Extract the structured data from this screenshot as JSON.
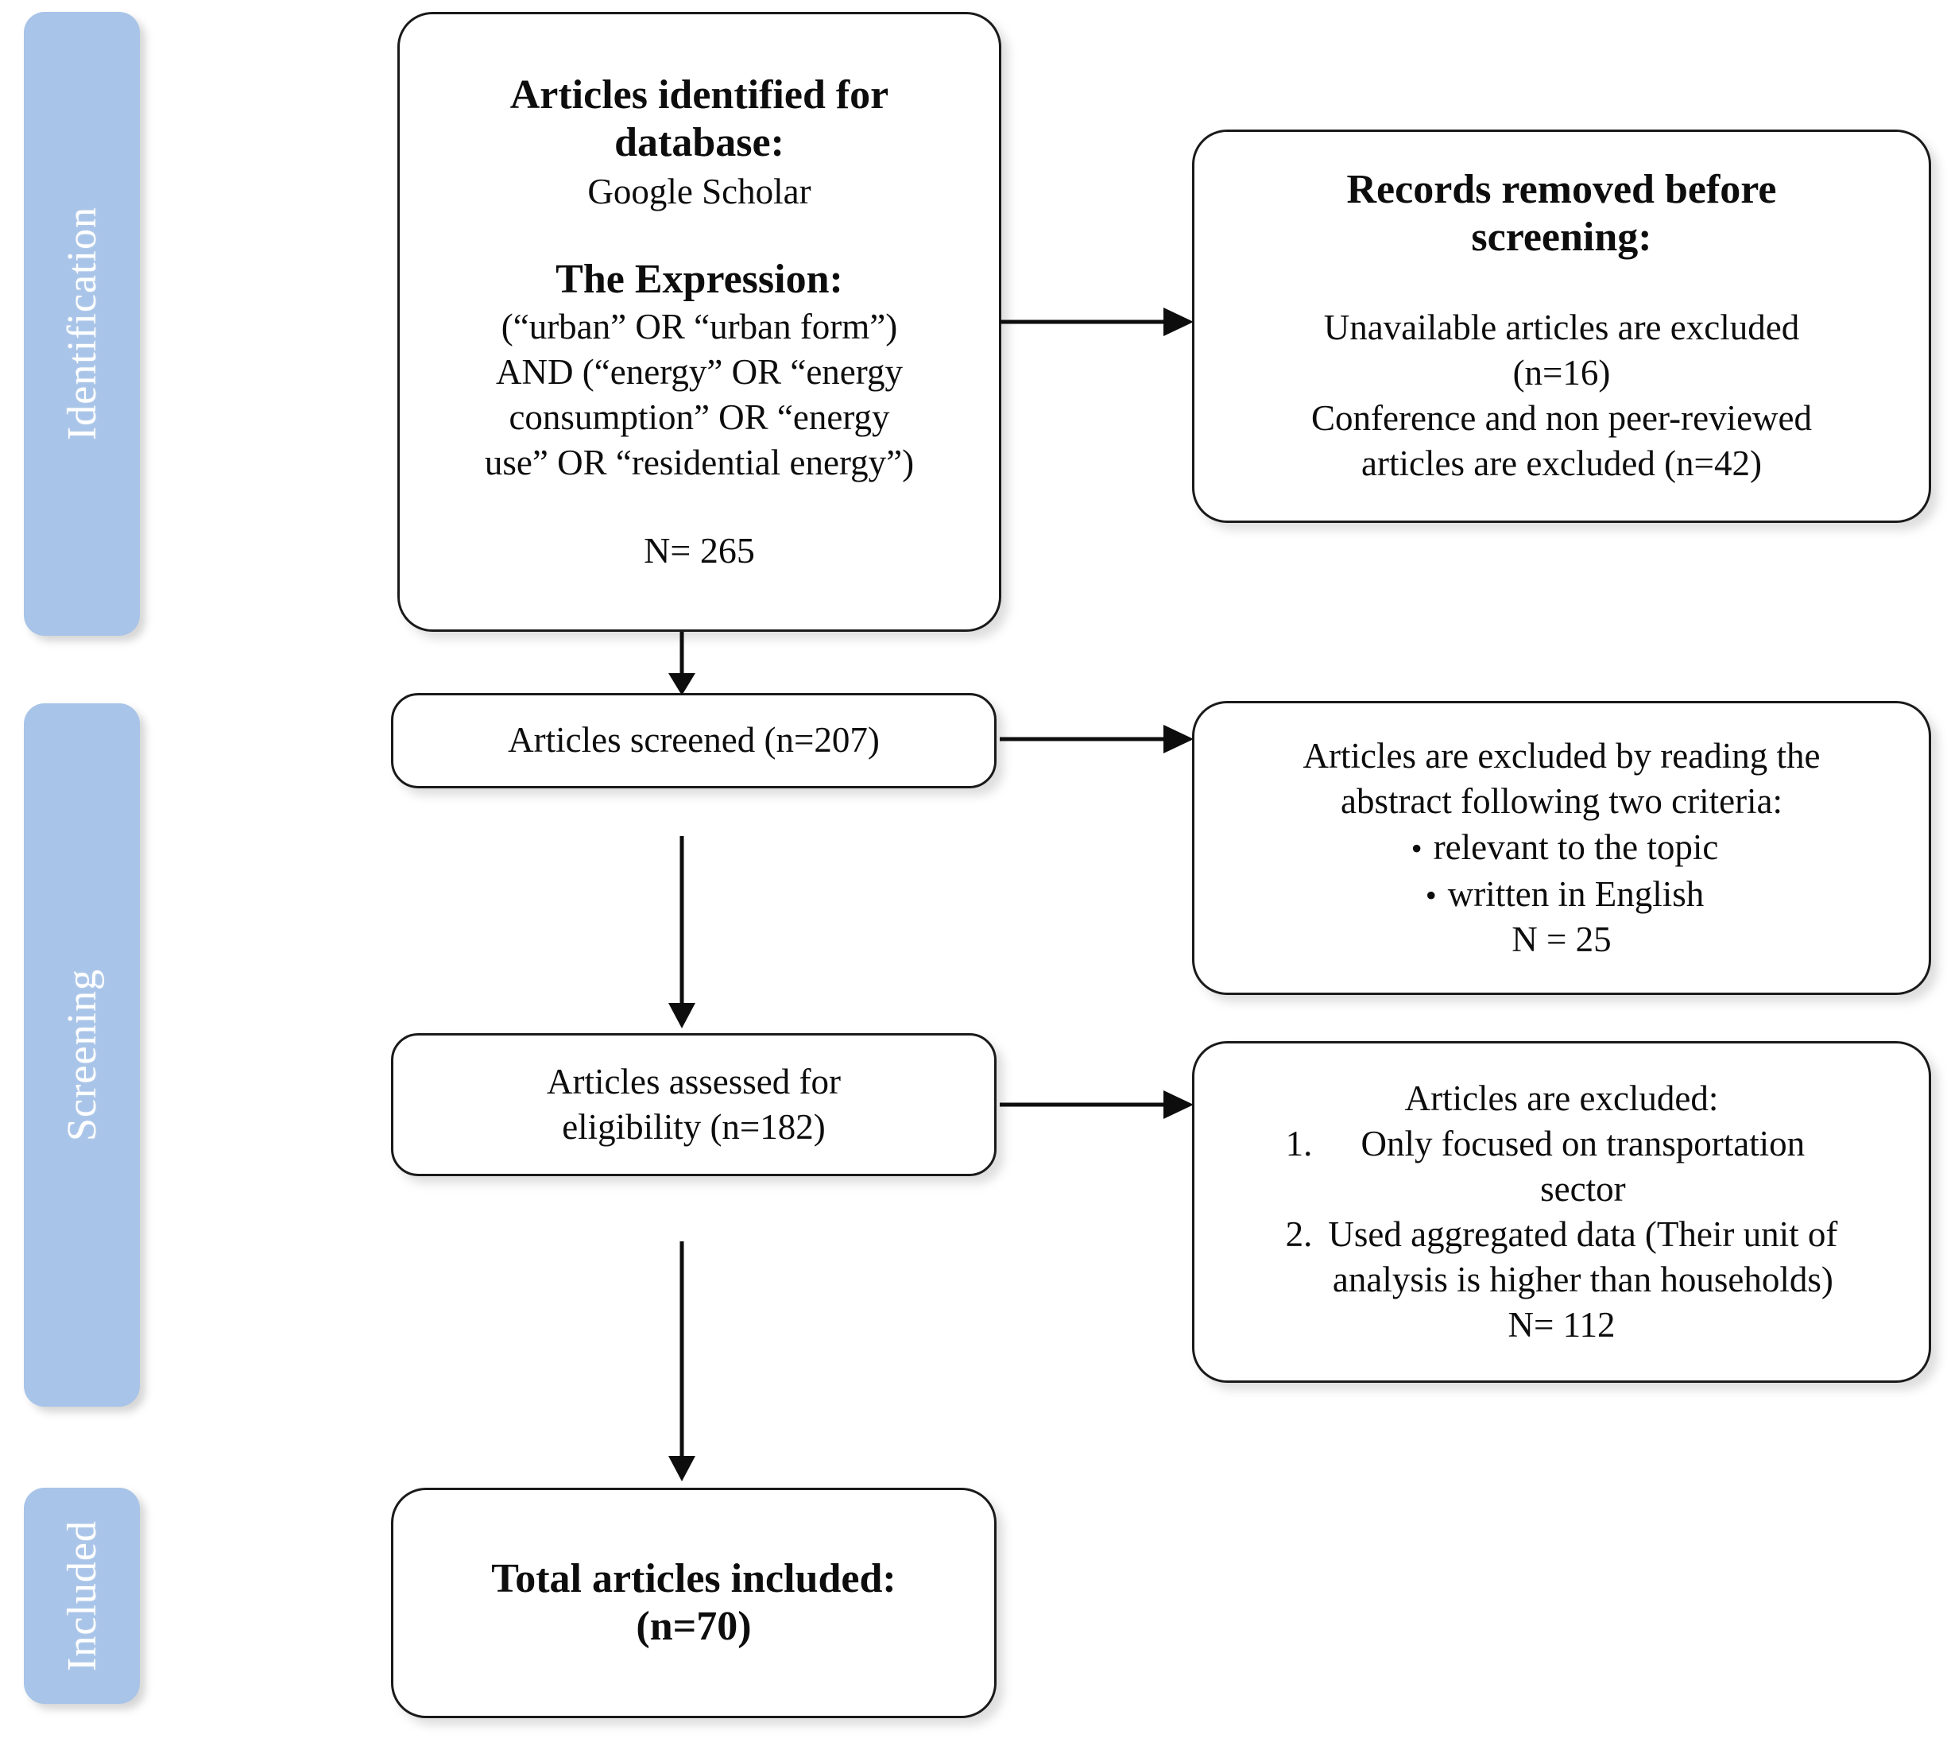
{
  "diagram": {
    "title": "PRISMA article selection flow diagram",
    "accent_color": "#a8c4e8",
    "box_border_color": "#1a1a1a",
    "background": "#ffffff"
  },
  "stages": [
    {
      "id": "identification",
      "label": "Identification"
    },
    {
      "id": "screening",
      "label": "Screening"
    },
    {
      "id": "included",
      "label": "Included"
    }
  ],
  "boxes": {
    "identified": {
      "title_line1": "Articles identified for",
      "title_line2": "database:",
      "database": "Google  Scholar",
      "expression_heading": "The Expression:",
      "expression_line1": "(“urban” OR “urban form”)",
      "expression_line2": "AND (“energy” OR “energy",
      "expression_line3": "consumption”  OR “energy",
      "expression_line4": "use” OR “residential  energy”)",
      "count": "N= 265"
    },
    "removed_before_screening": {
      "title_line1": "Records removed before",
      "title_line2": "screening:",
      "body_line1": "Unavailable articles are excluded",
      "body_line2": "(n=16)",
      "body_line3": "Conference  and non peer-reviewed",
      "body_line4": "articles are excluded  (n=42)"
    },
    "screened": {
      "text": "Articles  screened  (n=207)"
    },
    "excluded_abstract": {
      "body_line1": "Articles  are excluded  by reading the",
      "body_line2": "abstract following  two criteria:",
      "criteria": [
        "relevant  to the topic",
        "written  in English"
      ],
      "count": "N = 25"
    },
    "eligibility": {
      "line1": "Articles  assessed  for",
      "line2": "eligibility  (n=182)"
    },
    "excluded_eligibility": {
      "heading": "Articles  are excluded:",
      "items": [
        {
          "num": "1.",
          "text_line1": "Only focused  on transportation",
          "text_line2": "sector"
        },
        {
          "num": "2.",
          "text_line1": "Used aggregated data (Their unit of",
          "text_line2": "analysis is higher than households)"
        }
      ],
      "count": "N= 112"
    },
    "total_included": {
      "line1": "Total articles included:",
      "line2": "(n=70)"
    }
  },
  "arrows": [
    {
      "id": "identified-to-removed",
      "direction": "right"
    },
    {
      "id": "identified-to-screened",
      "direction": "down"
    },
    {
      "id": "screened-to-excluded-abstract",
      "direction": "right"
    },
    {
      "id": "screened-to-eligibility",
      "direction": "down"
    },
    {
      "id": "eligibility-to-excluded-eligibility",
      "direction": "right"
    },
    {
      "id": "eligibility-to-total-included",
      "direction": "down"
    }
  ]
}
